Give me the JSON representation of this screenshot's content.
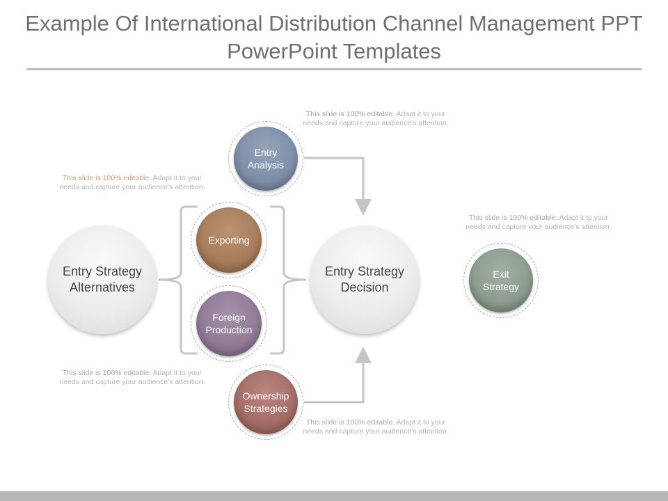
{
  "title": "Example Of International Distribution Channel Management PPT PowerPoint Templates",
  "colors": {
    "entry_analysis": "#7e8ea8",
    "exporting": "#a67c5a",
    "foreign_production": "#907a96",
    "ownership_strategies": "#a56c66",
    "exit_strategy": "#8b9b8e",
    "connector": "#c5c5c5"
  },
  "hubs": {
    "left": "Entry Strategy Alternatives",
    "right": "Entry Strategy Decision"
  },
  "nodes": {
    "entry_analysis": "Entry Analysis",
    "exporting": "Exporting",
    "foreign_production": "Foreign Production",
    "ownership_strategies": "Ownership Strategies",
    "exit_strategy": "Exit Strategy"
  },
  "notes": {
    "lead": "This slide is 100% editable.",
    "rest": "Adapt it to your needs and capture your audience's attention."
  }
}
